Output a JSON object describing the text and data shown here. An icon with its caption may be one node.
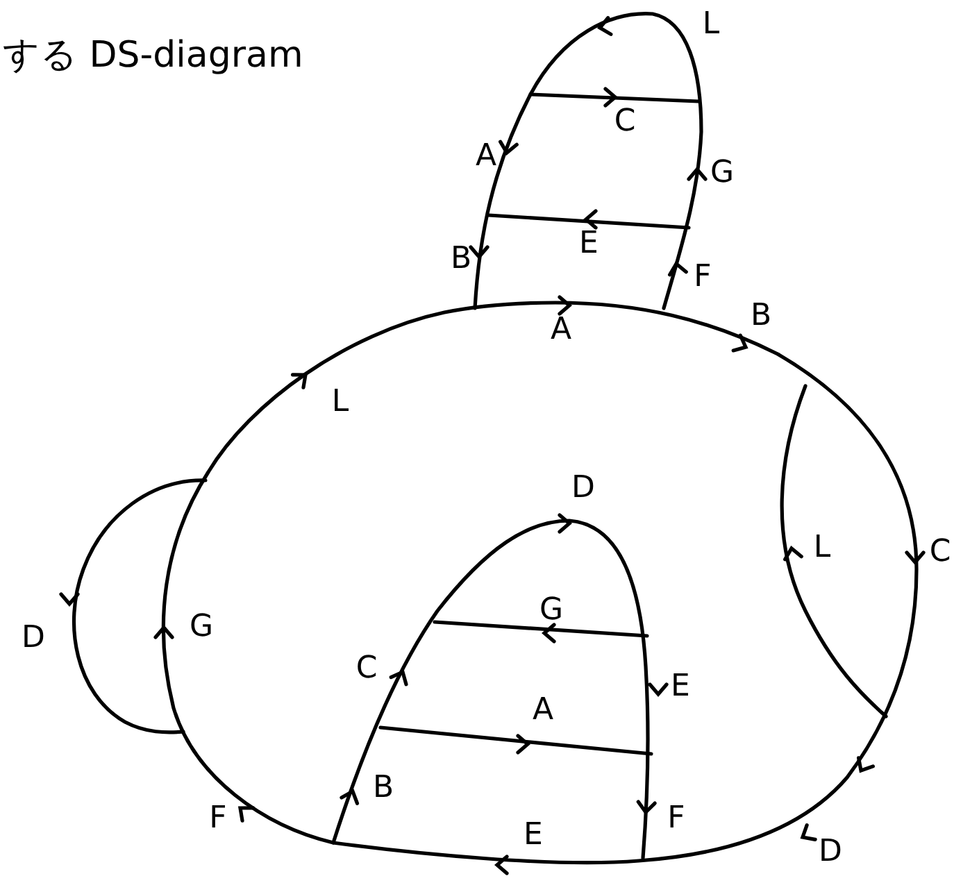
{
  "diagram": {
    "title": "する DS-diagram",
    "labels": [
      "L",
      "C",
      "A",
      "G",
      "E",
      "B",
      "F",
      "B",
      "A",
      "L",
      "D",
      "L",
      "C",
      "G",
      "G",
      "D",
      "C",
      "E",
      "A",
      "B",
      "F",
      "F",
      "E",
      "D"
    ]
  }
}
